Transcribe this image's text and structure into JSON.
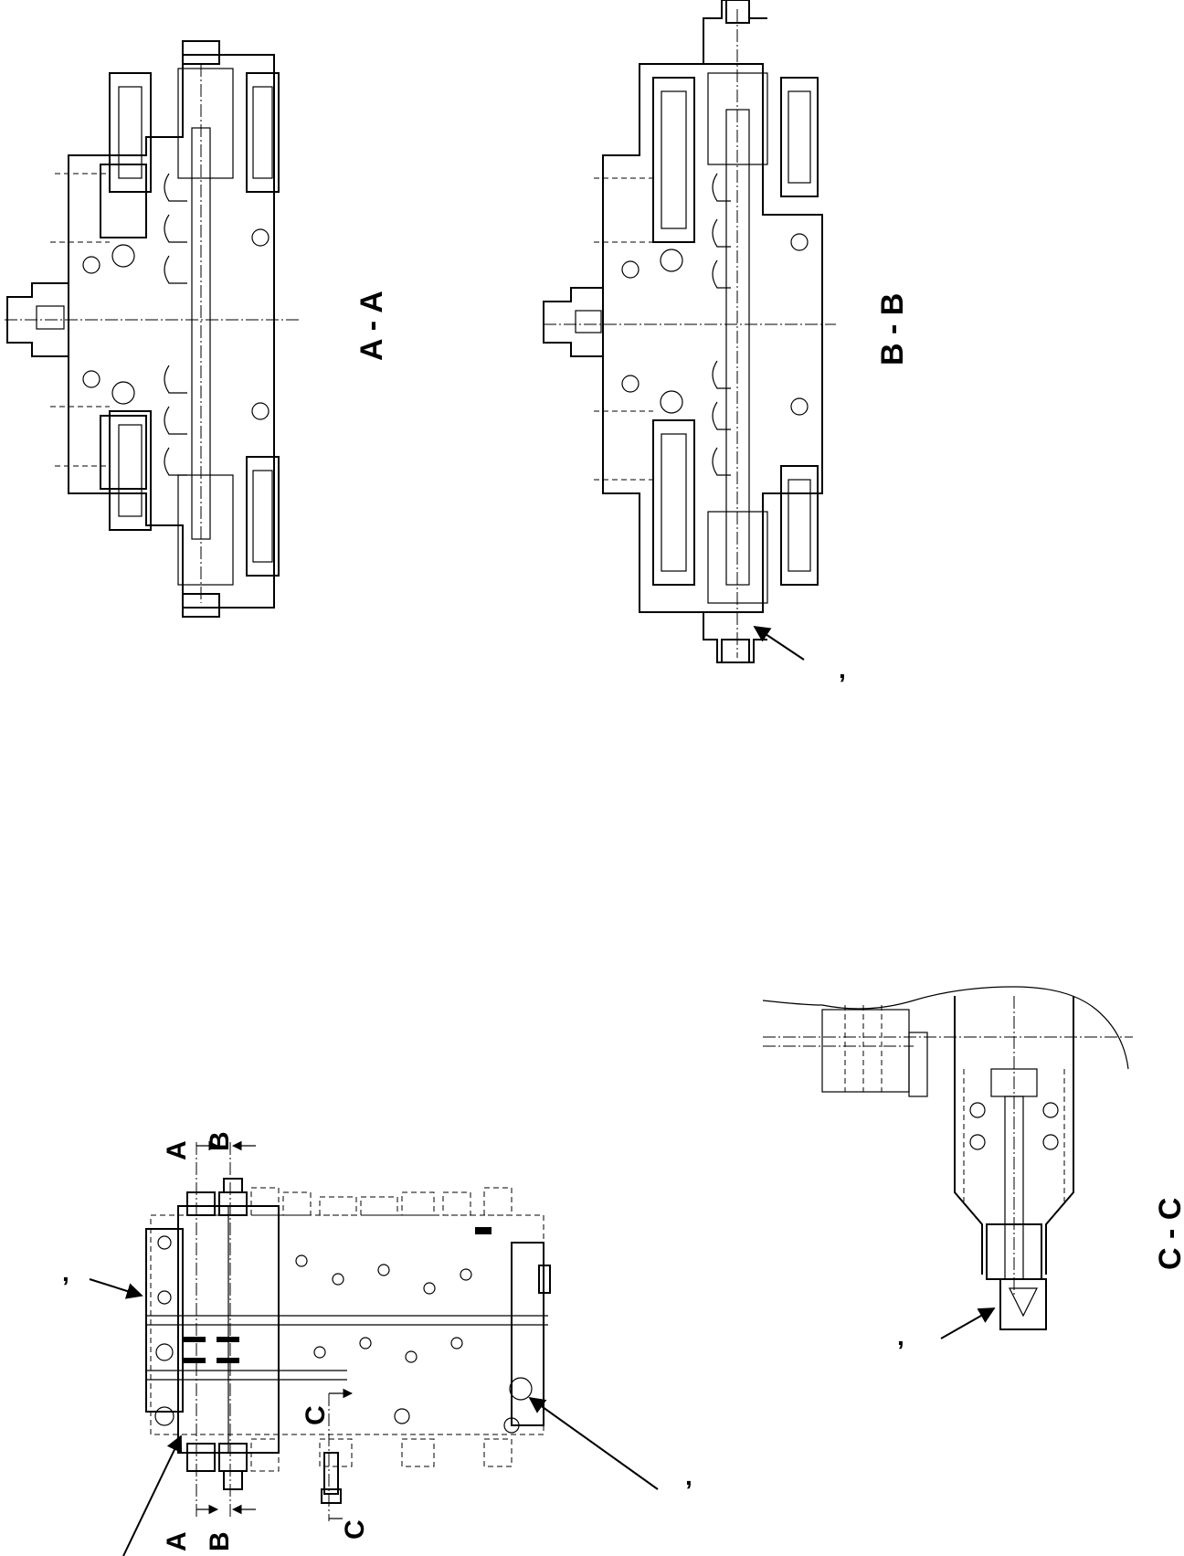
{
  "sections": {
    "aa": "A - A",
    "bb": "B - B",
    "cc": "C - C"
  },
  "cut_labels": {
    "a_top": "A",
    "b_top": "B",
    "a_bottom": "A",
    "b_bottom": "B",
    "c_top": "C",
    "c_bottom": "C"
  },
  "callout_marks": {
    "bb_pointer": ",",
    "cc_pointer": ",",
    "plan_left": ",",
    "plan_right": ","
  },
  "icons": [
    "leader-arrow-icon",
    "section-cut-arrow-icon"
  ]
}
